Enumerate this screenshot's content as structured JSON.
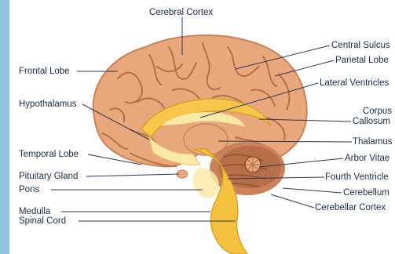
{
  "labels": {
    "cerebral_cortex": "Cerebral Cortex",
    "frontal_lobe": "Frontal Lobe",
    "hypothalamus": "Hypothalamus",
    "temporal_lobe": "Temporal Lobe",
    "pituitary_gland": "Pituitary Gland",
    "pons": "Pons",
    "medulla": "Medulla",
    "spinal_cord": "Spinal Cord",
    "central_sulcus": "Central Sulcus",
    "parietal_lobe": "Parietal Lobe",
    "lateral_ventricles": "Lateral Ventricles",
    "corpus": "Corpus",
    "callosum": "Callosum",
    "thalamus": "Thalamus",
    "arbor_vitae": "Arbor Vitae",
    "fourth_ventricle": "Fourth Ventricle",
    "cerebellum": "Cerebellum",
    "cerebellar_cortex": "Cerebellar Cortex"
  },
  "colors": {
    "brain": "#e9a77c",
    "brain_dark": "#c9825a",
    "gyri_line": "#b86f48",
    "corpus": "#f7c64a",
    "stem": "#f5c23f",
    "inner": "#fbe9a8",
    "accent_strip": "#8fc5e2",
    "text": "#1a2a4a"
  }
}
